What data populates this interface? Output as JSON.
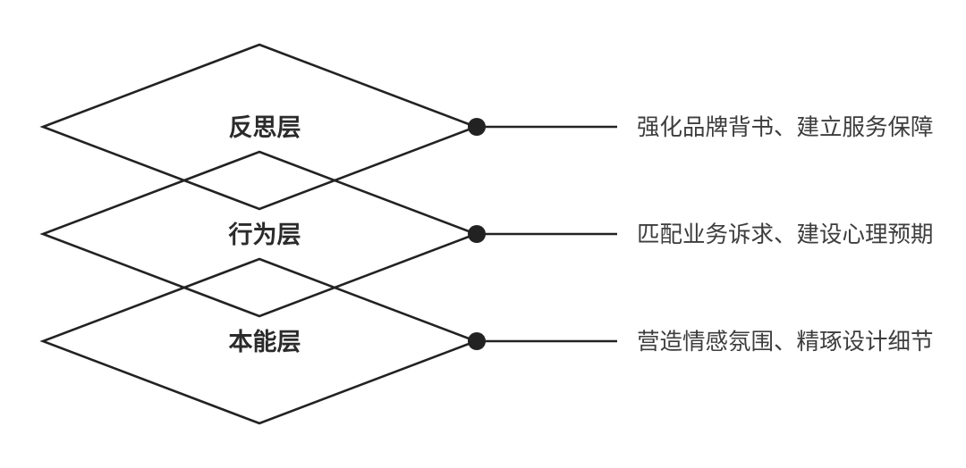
{
  "diagram": {
    "title_implied": "",
    "colors": {
      "bg": "#ffffff",
      "stroke": "#222222",
      "label": "#2b2b2b",
      "annotation": "#3d3d3d"
    },
    "layers": [
      {
        "label": "反思层",
        "annotation": "强化品牌背书、建立服务保障"
      },
      {
        "label": "行为层",
        "annotation": "匹配业务诉求、建设心理预期"
      },
      {
        "label": "本能层",
        "annotation": "营造情感氛围、精琢设计细节"
      }
    ]
  }
}
